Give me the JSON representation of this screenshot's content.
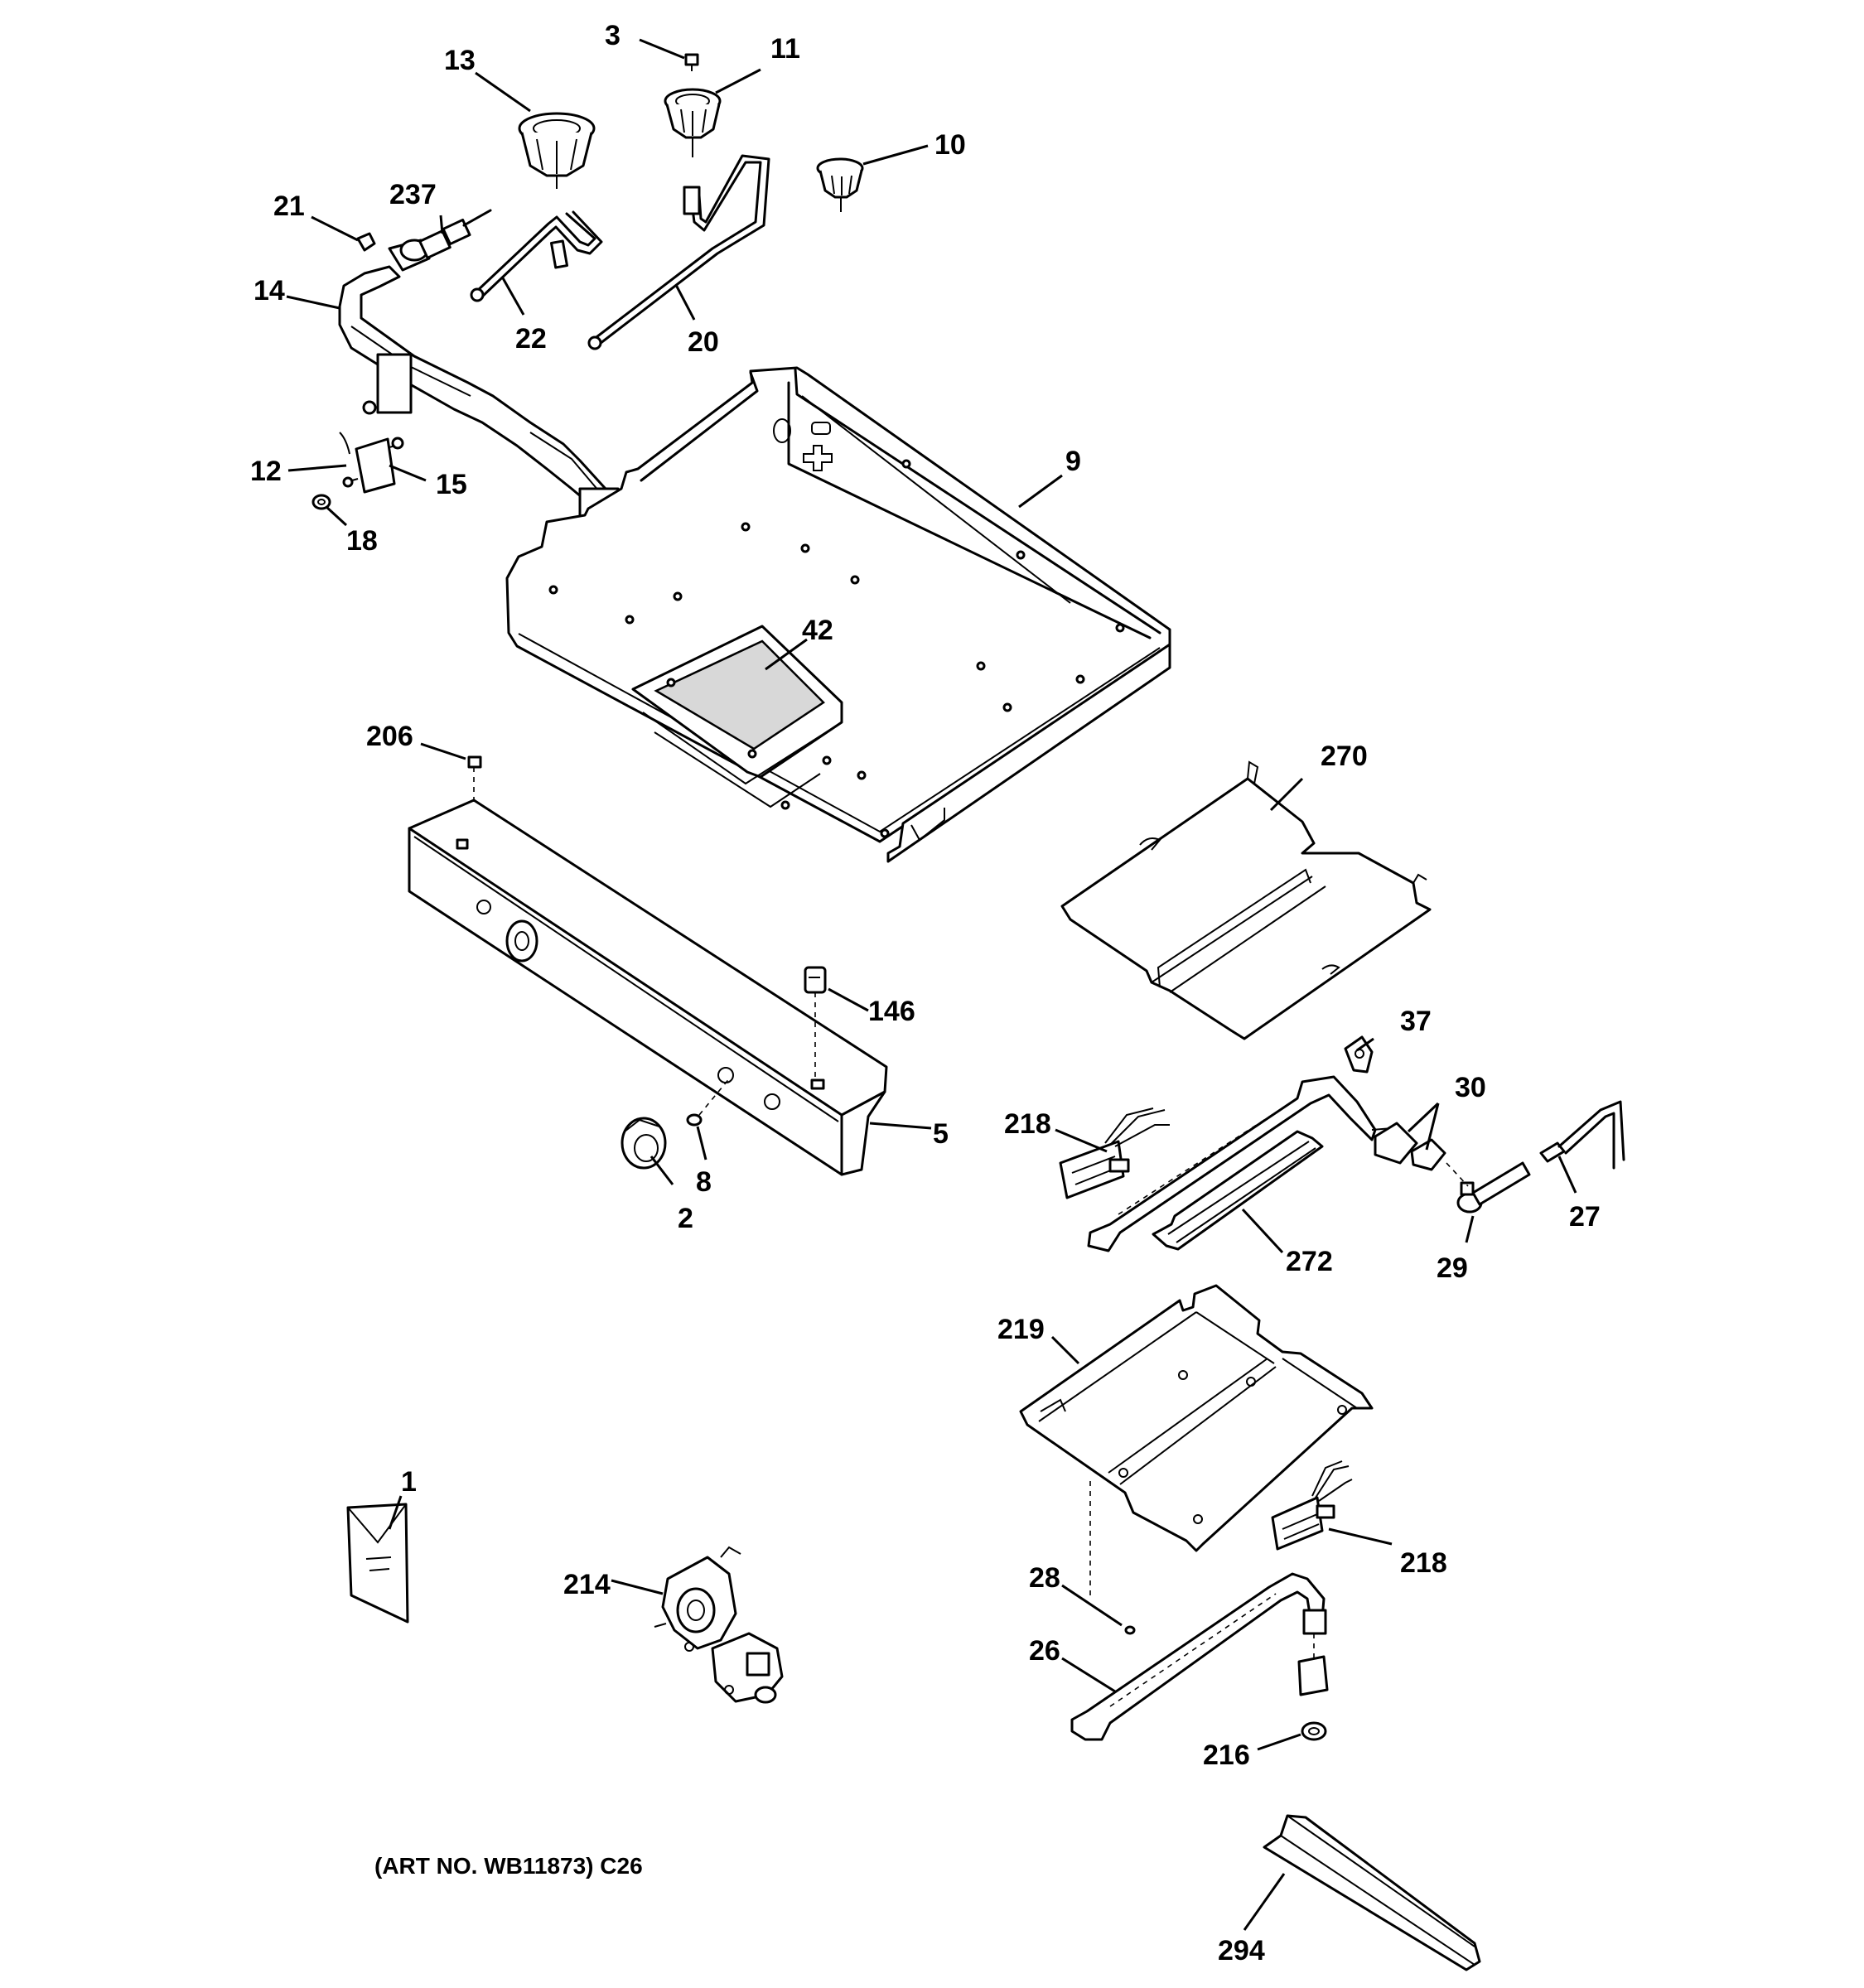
{
  "diagram": {
    "caption": "(ART NO. WB11873) C26",
    "callouts": {
      "p1": "1",
      "p2": "2",
      "p3": "3",
      "p5": "5",
      "p8": "8",
      "p9": "9",
      "p10": "10",
      "p11": "11",
      "p12": "12",
      "p13": "13",
      "p14": "14",
      "p15": "15",
      "p18": "18",
      "p20": "20",
      "p21": "21",
      "p22": "22",
      "p26": "26",
      "p27": "27",
      "p28": "28",
      "p29": "29",
      "p30": "30",
      "p37": "37",
      "p42": "42",
      "p146": "146",
      "p206": "206",
      "p214": "214",
      "p216": "216",
      "p218a": "218",
      "p218b": "218",
      "p219": "219",
      "p237": "237",
      "p270": "270",
      "p272": "272",
      "p294": "294"
    }
  }
}
